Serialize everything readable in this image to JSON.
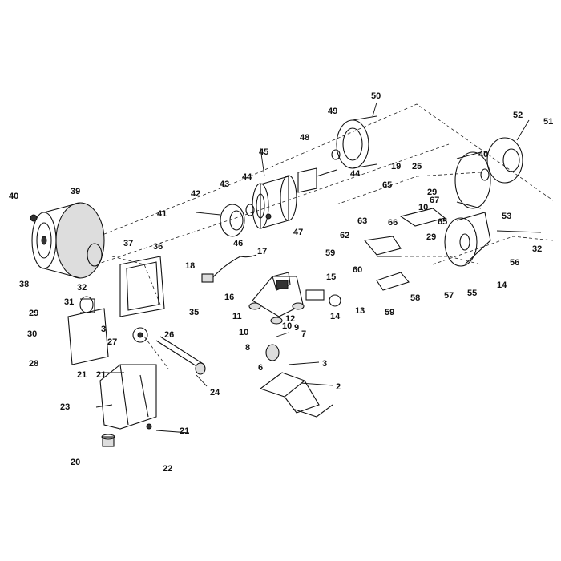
{
  "callouts": [
    "2",
    "3",
    "3",
    "6",
    "7",
    "8",
    "9",
    "10",
    "10",
    "10",
    "11",
    "12",
    "13",
    "14",
    "14",
    "15",
    "16",
    "17",
    "18",
    "19",
    "20",
    "21",
    "21",
    "21",
    "22",
    "23",
    "24",
    "25",
    "26",
    "27",
    "28",
    "29",
    "29",
    "29",
    "30",
    "31",
    "32",
    "32",
    "35",
    "36",
    "37",
    "38",
    "39",
    "40",
    "40",
    "41",
    "42",
    "43",
    "44",
    "44",
    "45",
    "46",
    "47",
    "48",
    "49",
    "50",
    "51",
    "52",
    "53",
    "55",
    "56",
    "57",
    "58",
    "59",
    "59",
    "60",
    "62",
    "63",
    "65",
    "65",
    "66",
    "67"
  ],
  "colors": {
    "line": "#111111",
    "background": "#ffffff",
    "shade": "#dddddd"
  }
}
